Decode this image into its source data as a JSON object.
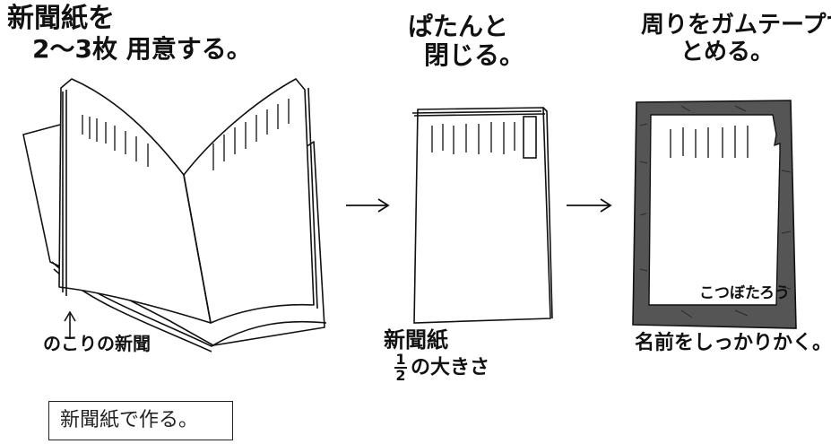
{
  "steps": [
    {
      "title_lines": [
        "新聞紙を",
        "2〜3枚 用意する。"
      ],
      "note": "のこりの新聞"
    },
    {
      "title_lines": [
        "ぱたんと",
        "閉じる。"
      ],
      "note_line1": "新聞紙",
      "note_fraction_top": "1",
      "note_fraction_bottom": "2",
      "note_line2": "の大きさ"
    },
    {
      "title_lines": [
        "周りをガムテープで",
        "とめる。"
      ],
      "sample_name": "こつぼたろう",
      "note": "名前をしっかりかく。"
    }
  ],
  "caption": "新聞紙で作る。",
  "colors": {
    "ink": "#111111",
    "tape": "#555555"
  }
}
